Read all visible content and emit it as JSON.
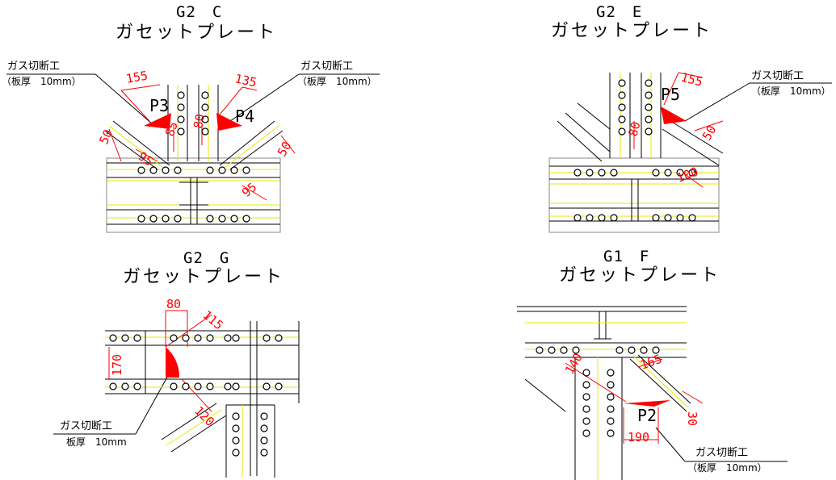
{
  "panels": [
    {
      "id": "g2c",
      "title": "G2　C",
      "subtitle": "ガセットプレート",
      "labels": [
        "P3",
        "P4"
      ],
      "dims": [
        "155",
        "135",
        "85",
        "80",
        "50",
        "95",
        "50",
        "95"
      ],
      "annotations": [
        {
          "line1": "ガス切断工",
          "line2": "（板厚　10mm）"
        },
        {
          "line1": "ガス切断工",
          "line2": "（板厚　10mm）"
        }
      ]
    },
    {
      "id": "g2e",
      "title": "G2　E",
      "subtitle": "ガセットプレート",
      "labels": [
        "P5"
      ],
      "dims": [
        "155",
        "80",
        "50",
        "100"
      ],
      "annotations": [
        {
          "line1": "ガス切断工",
          "line2": "（板厚　10mm）"
        }
      ]
    },
    {
      "id": "g2g",
      "title": "G2　G",
      "subtitle": "ガセットプレート",
      "labels": [],
      "dims": [
        "80",
        "115",
        "170",
        "120"
      ],
      "annotations": [
        {
          "line1": "ガス切断工",
          "line2": "板厚　10mm"
        }
      ]
    },
    {
      "id": "g1f",
      "title": "G1　F",
      "subtitle": "ガセットプレート",
      "labels": [
        "P2"
      ],
      "dims": [
        "140",
        "165",
        "30",
        "190"
      ],
      "annotations": [
        {
          "line1": "ガス切断工",
          "line2": "（板厚　10mm）"
        }
      ]
    }
  ]
}
